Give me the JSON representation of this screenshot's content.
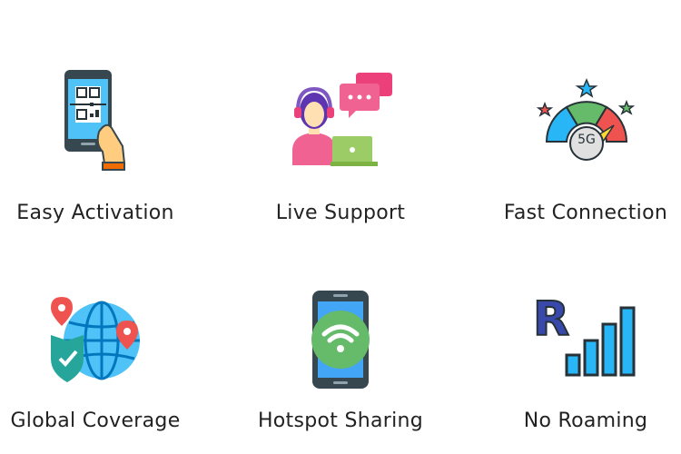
{
  "features": [
    {
      "label": "Easy Activation",
      "icon": "qr-code-phone-icon"
    },
    {
      "label": "Live Support",
      "icon": "support-agent-icon"
    },
    {
      "label": "Fast Connection",
      "icon": "5g-speedometer-icon"
    },
    {
      "label": "Global Coverage",
      "icon": "globe-shield-icon"
    },
    {
      "label": "Hotspot Sharing",
      "icon": "phone-wifi-icon"
    },
    {
      "label": "No Roaming",
      "icon": "roaming-signal-icon"
    }
  ],
  "colors": {
    "text": "#222222",
    "blue": "#29b6f6",
    "pink": "#f06292",
    "green": "#4caf50",
    "red": "#ef5350"
  }
}
